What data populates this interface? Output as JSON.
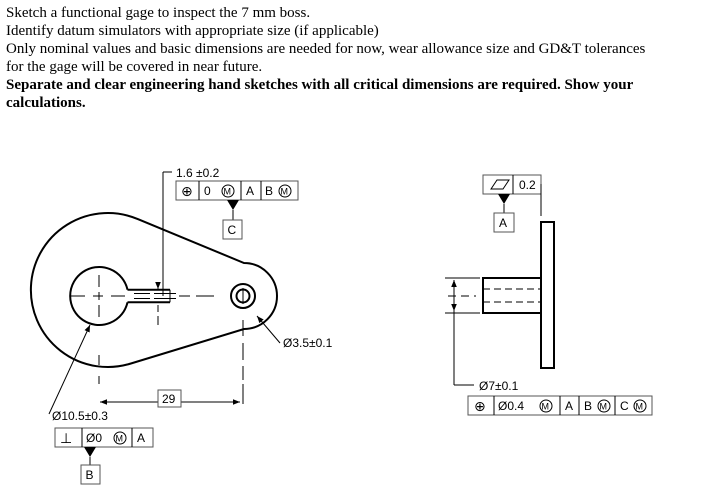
{
  "instructions": {
    "line1": "Sketch a functional gage to inspect the 7 mm boss.",
    "line2": "Identify datum simulators with appropriate size (if applicable)",
    "line3a": "Only nominal values and basic dimensions are needed for now, wear allowance size and GD&T tolerances",
    "line3b": "for the gage will be covered in near future.",
    "bold_a": "Separate and clear engineering hand sketches with all critical dimensions are required. Show your",
    "bold_b": "calculations."
  },
  "front_view": {
    "slot_width": "1.6 ±0.2",
    "slot_fcf": {
      "symbol": "⊕",
      "tol": "0",
      "mod": "M",
      "datum1": "A",
      "datum2": "B",
      "datum2_mod": "M"
    },
    "datum_c": "C",
    "small_hole": "Ø3.5±0.1",
    "basic_distance": "29",
    "bore": "Ø10.5±0.3",
    "bore_fcf": {
      "symbol": "⊥",
      "tol": "Ø0",
      "mod": "M",
      "datum": "A"
    },
    "datum_b": "B"
  },
  "side_view": {
    "flatness_symbol": "▱",
    "flatness_tol": "0.2",
    "datum_a": "A",
    "boss": "Ø7±0.1",
    "boss_fcf": {
      "symbol": "⊕",
      "tol": "Ø0.4",
      "mod": "M",
      "datum1": "A",
      "datum2": "B",
      "datum2_mod": "M",
      "datum3": "C",
      "datum3_mod": "M"
    }
  }
}
